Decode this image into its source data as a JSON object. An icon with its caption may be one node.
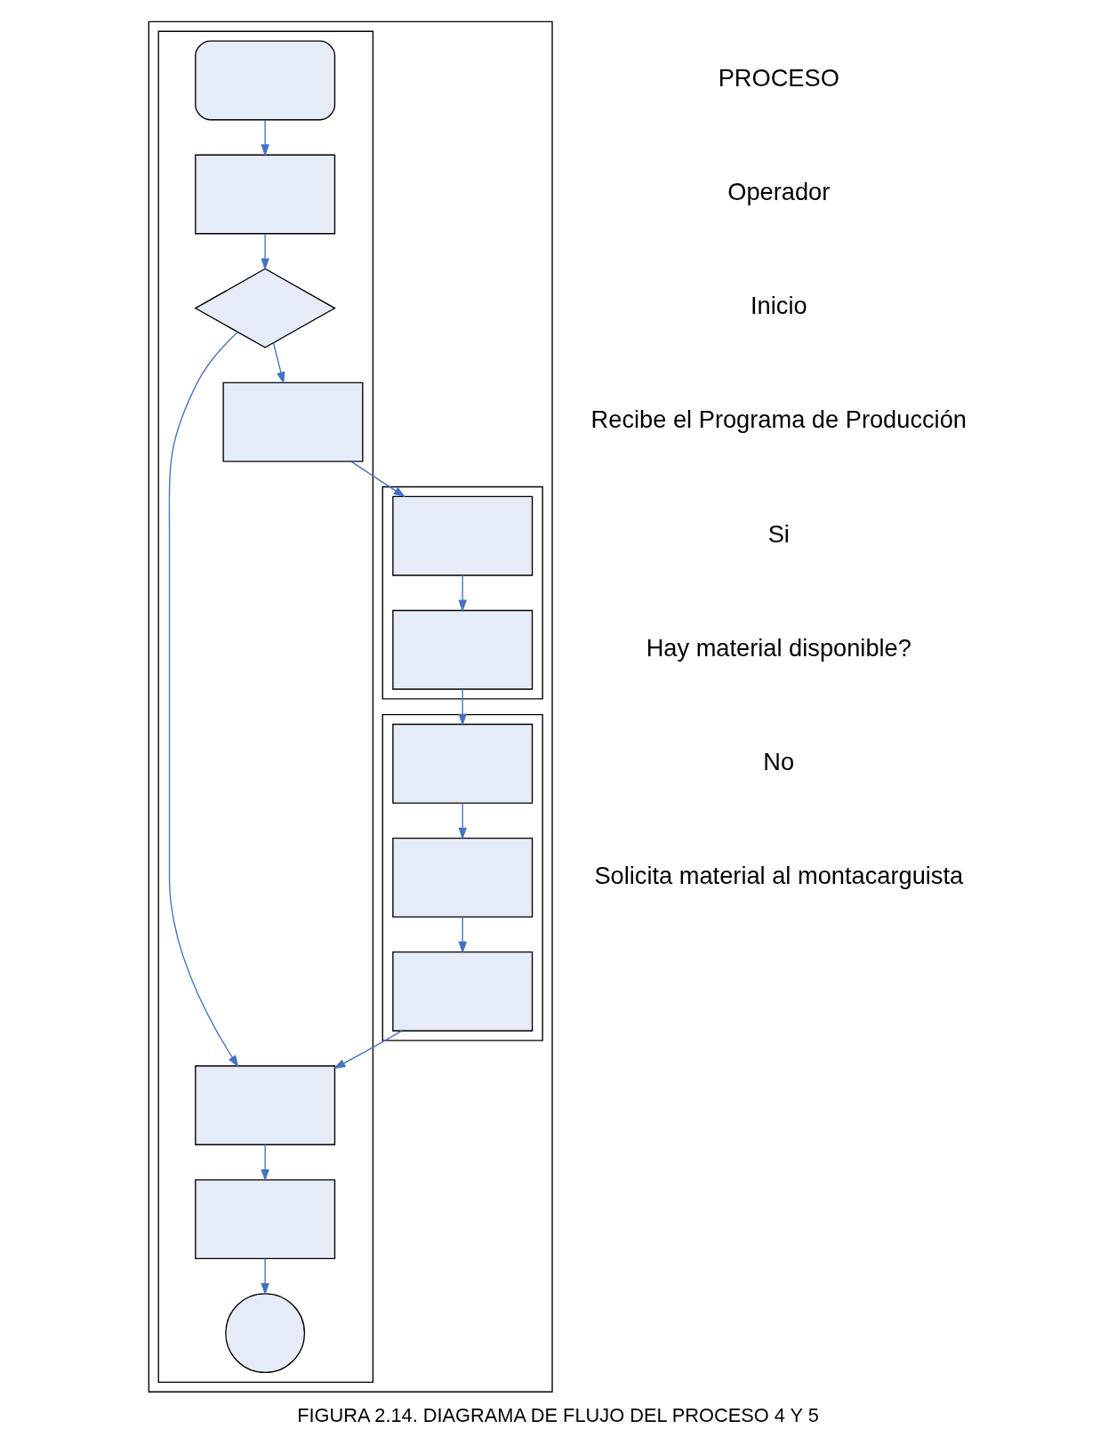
{
  "diagram": {
    "caption": "FIGURA 2.14. DIAGRAMA DE FLUJO DEL PROCESO 4 Y 5",
    "nodes": [
      {
        "text": [],
        "shape": "box"
      },
      {
        "text": [],
        "shape": "box",
        "in": 0
      },
      {
        "text": [],
        "shape": "box",
        "in": 0
      },
      {
        "text": [],
        "shape": "box",
        "in": 0
      },
      {
        "text": [],
        "shape": "oval",
        "in": 1
      },
      {
        "text": [],
        "shape": "box",
        "in": 1
      },
      {
        "text": [],
        "shape": "diamond",
        "in": 1
      },
      {
        "text": [],
        "shape": "box",
        "in": 1
      },
      {
        "text": [],
        "shape": "box",
        "in": 2
      },
      {
        "text": [],
        "shape": "box",
        "in": 2
      },
      {
        "text": [],
        "shape": "box",
        "in": 3
      },
      {
        "text": [],
        "shape": "box",
        "in": 3
      },
      {
        "text": [],
        "shape": "box",
        "in": 3
      },
      {
        "text": [],
        "shape": "box",
        "in": 1
      },
      {
        "text": [],
        "shape": "box",
        "in": 1
      },
      {
        "text": [],
        "shape": "circle",
        "in": 1
      }
    ],
    "edges": [
      {
        "from": 4,
        "to": 5,
        "arrow": "to"
      },
      {
        "from": 5,
        "to": 6,
        "arrow": "to"
      },
      {
        "from": 6,
        "to": 7,
        "arrow": "to"
      },
      {
        "from": 7,
        "to": 8,
        "arrow": "to"
      },
      {
        "from": 8,
        "to": 9,
        "arrow": "to"
      },
      {
        "from": 9,
        "to": 10,
        "arrow": "to"
      },
      {
        "from": 10,
        "to": 11,
        "arrow": "to"
      },
      {
        "from": 11,
        "to": 12,
        "arrow": "to"
      },
      {
        "from": 12,
        "to": 13,
        "arrow": "to"
      },
      {
        "from": 6,
        "to": 13,
        "arrow": "to"
      },
      {
        "from": 13,
        "to": 14,
        "arrow": "to"
      },
      {
        "from": 14,
        "to": 15,
        "arrow": "to"
      }
    ],
    "labels": [
      "PROCESO",
      "Operador",
      "Inicio",
      "Recibe el Programa de Producción",
      "Si",
      "Hay material disponible?",
      "No",
      "Solicita material al montacarguista"
    ]
  }
}
